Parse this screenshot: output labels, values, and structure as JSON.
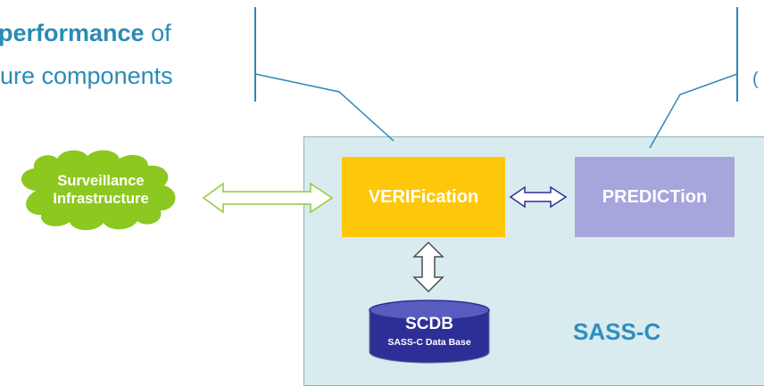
{
  "callout_left": {
    "line1_bold": "performance",
    "line1_rest": " of",
    "line2": "ure components"
  },
  "callout_right": {
    "fragment": "("
  },
  "cloud": {
    "line1": "Surveillance",
    "line2": "Infrastructure"
  },
  "blocks": {
    "verification": "VERIFication",
    "prediction": "PREDICTion"
  },
  "database": {
    "title": "SCDB",
    "subtitle": "SASS-C Data Base"
  },
  "system": {
    "label": "SASS-C"
  },
  "colors": {
    "callout_text": "#2a8bb5",
    "cloud_fill": "#8cc820",
    "verification_fill": "#ffc70a",
    "prediction_fill": "#a6a5dc",
    "system_box_fill": "#d8ebee",
    "database_fill": "#2e2f96",
    "system_label": "#2e8ec1"
  }
}
